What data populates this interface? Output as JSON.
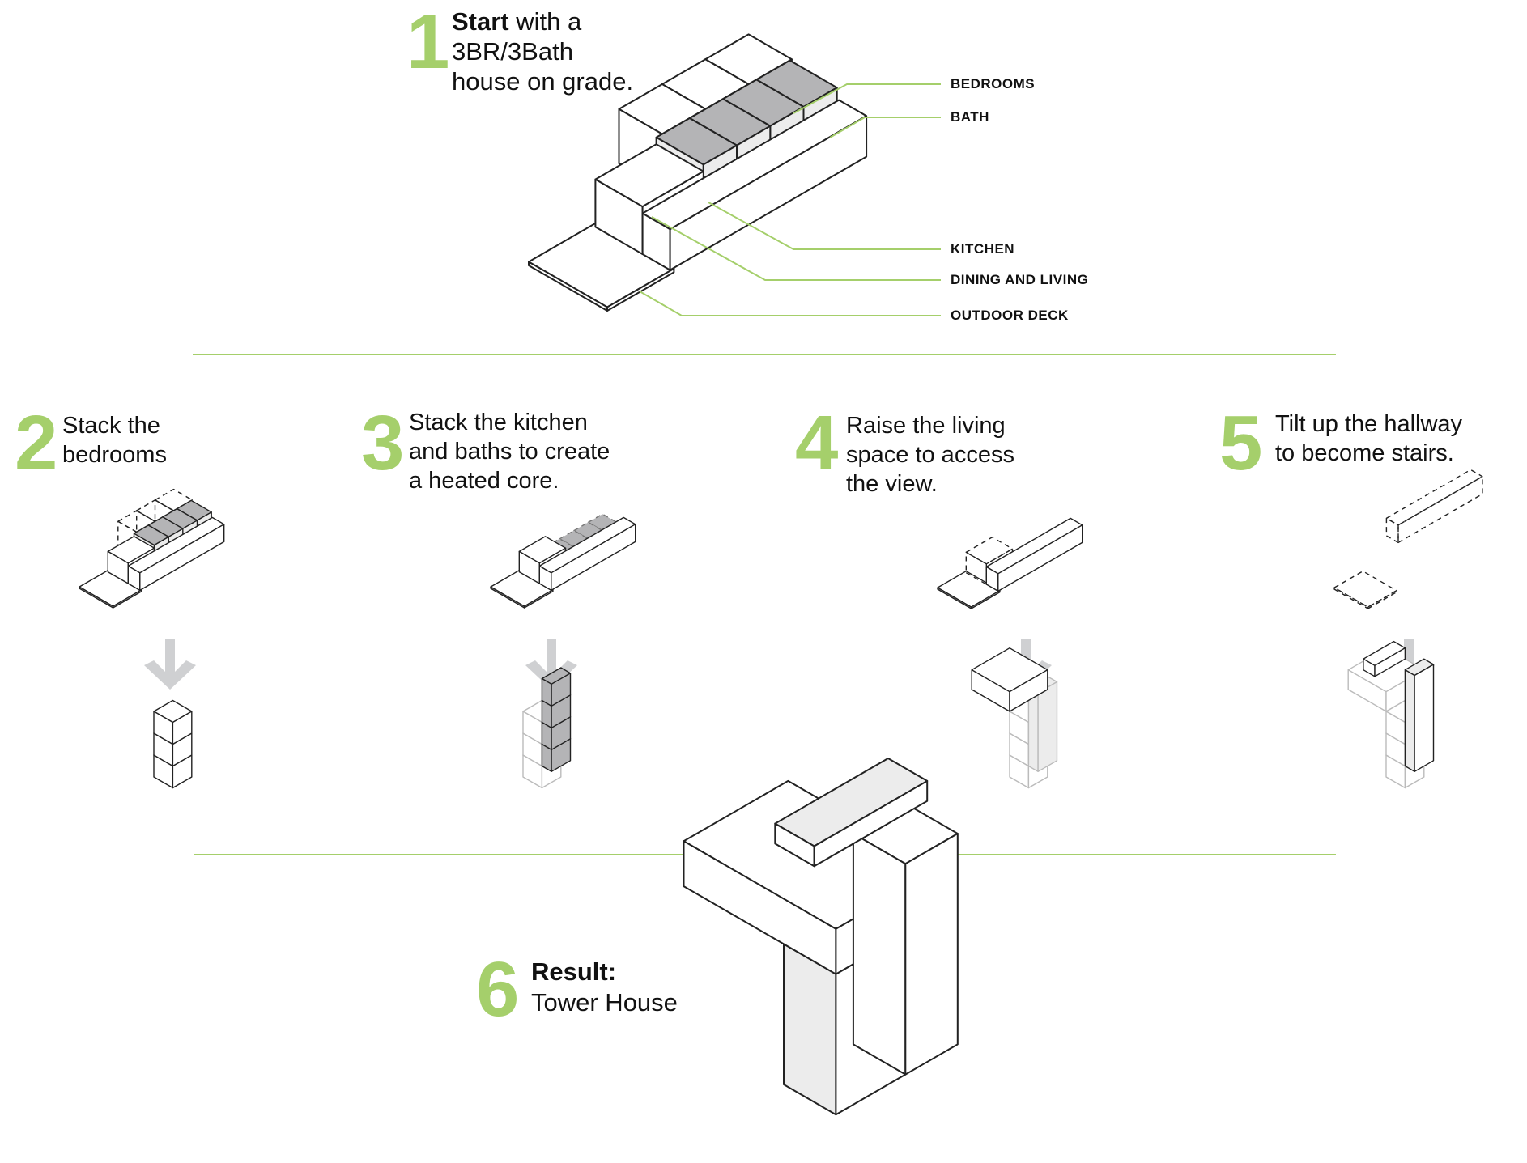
{
  "colors": {
    "accent_green": "#a5cf6b",
    "core_gray": "#b4b4b6",
    "arrow_gray": "#cfd0d2"
  },
  "step1": {
    "number": "1",
    "bold": "Start",
    "rest": " with a",
    "line2": "3BR/3Bath",
    "line3": "house on grade."
  },
  "labels": {
    "bedrooms": "BEDROOMS",
    "bath": "BATH",
    "kitchen": "KITCHEN",
    "dining_living": "DINING AND LIVING",
    "outdoor_deck": "OUTDOOR DECK"
  },
  "steps": [
    {
      "number": "2",
      "lines": [
        "Stack the",
        "bedrooms"
      ]
    },
    {
      "number": "3",
      "lines": [
        "Stack the kitchen",
        "and baths to create",
        "a heated core."
      ]
    },
    {
      "number": "4",
      "lines": [
        "Raise the living",
        "space to access",
        "the view."
      ]
    },
    {
      "number": "5",
      "lines": [
        "Tilt up the hallway",
        "to become stairs."
      ]
    }
  ],
  "result": {
    "number": "6",
    "title": "Result:",
    "subtitle": "Tower House"
  },
  "icons": {
    "arrow": "arrow-down-icon"
  }
}
